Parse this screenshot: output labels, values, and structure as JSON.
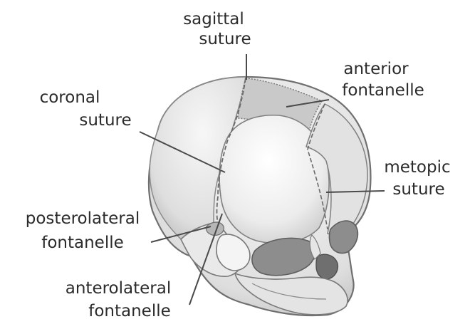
{
  "labels": {
    "sagittal": [
      "sagittal",
      "suture"
    ],
    "anterior": [
      "anterior",
      "fontanelle"
    ],
    "coronal": [
      "coronal",
      "suture"
    ],
    "metopic": [
      "metopic",
      "suture"
    ],
    "posterolateral": [
      "posterolateral",
      "fontanelle"
    ],
    "anterolateral": [
      "anterolateral",
      "fontanelle"
    ]
  },
  "colors": {
    "bone_light": "#f1f1f1",
    "bone_mid": "#dcdcdc",
    "bone_shadow": "#c4c4c4",
    "fontanelle": "#bdbdbd",
    "orbit": "#8a8a8a",
    "outline": "#6f6f6f"
  }
}
